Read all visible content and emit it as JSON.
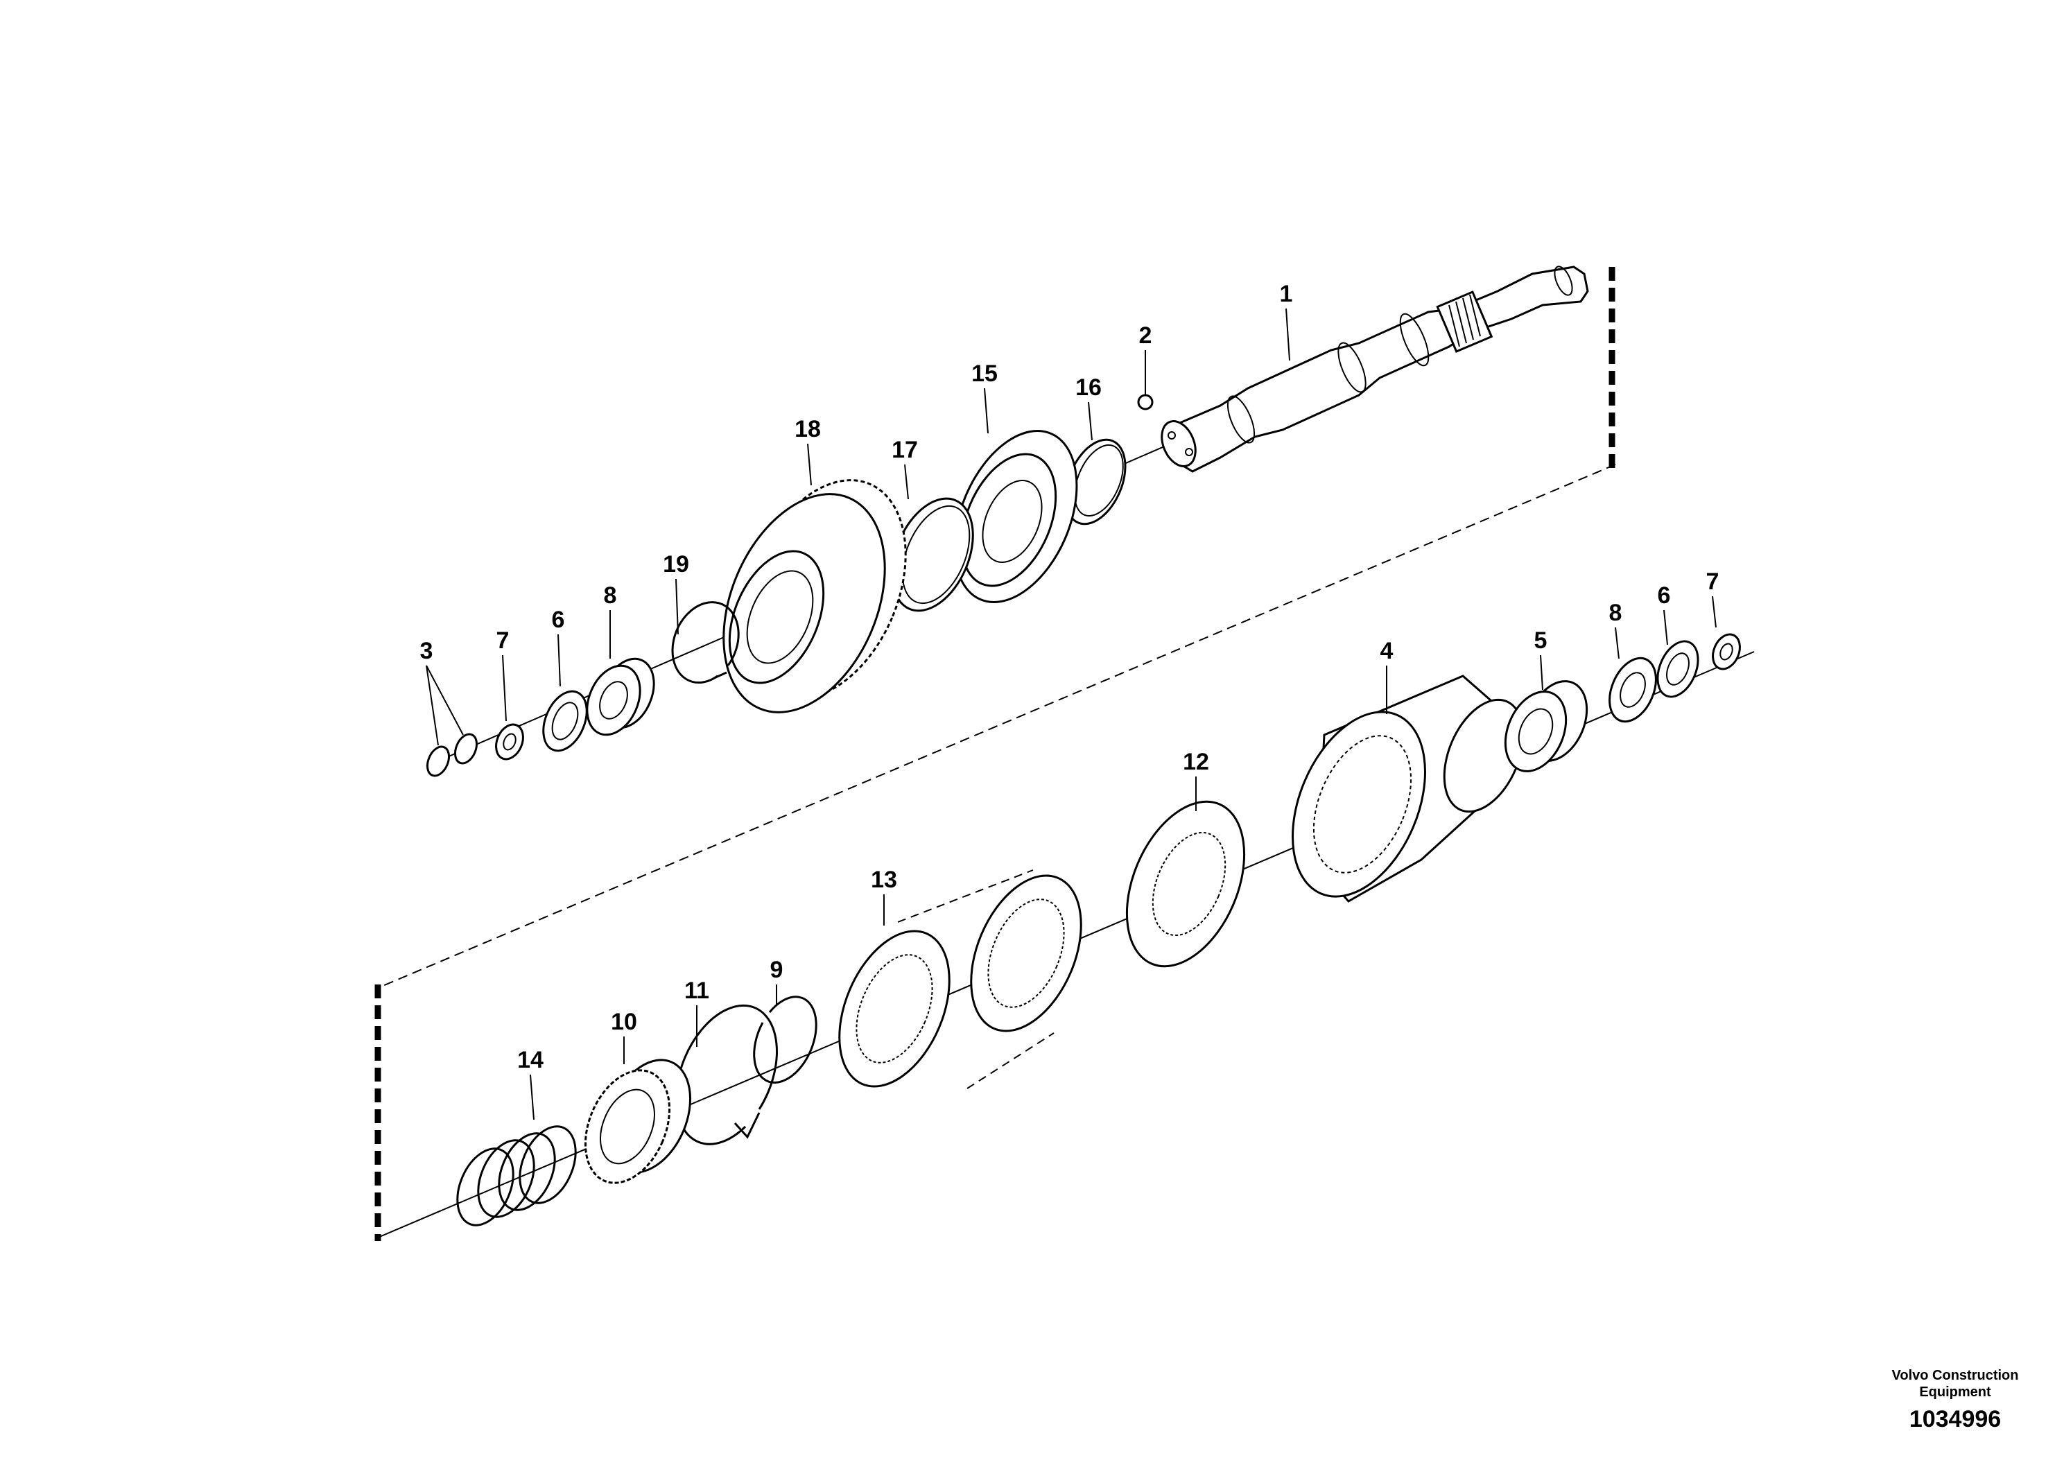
{
  "callouts": [
    {
      "id": "1",
      "label": "1"
    },
    {
      "id": "2",
      "label": "2"
    },
    {
      "id": "3",
      "label": "3"
    },
    {
      "id": "4",
      "label": "4"
    },
    {
      "id": "5",
      "label": "5"
    },
    {
      "id": "6a",
      "label": "6"
    },
    {
      "id": "6b",
      "label": "6"
    },
    {
      "id": "7a",
      "label": "7"
    },
    {
      "id": "7b",
      "label": "7"
    },
    {
      "id": "8a",
      "label": "8"
    },
    {
      "id": "8b",
      "label": "8"
    },
    {
      "id": "9",
      "label": "9"
    },
    {
      "id": "10",
      "label": "10"
    },
    {
      "id": "11",
      "label": "11"
    },
    {
      "id": "12",
      "label": "12"
    },
    {
      "id": "13",
      "label": "13"
    },
    {
      "id": "14",
      "label": "14"
    },
    {
      "id": "15",
      "label": "15"
    },
    {
      "id": "16",
      "label": "16"
    },
    {
      "id": "17",
      "label": "17"
    },
    {
      "id": "18",
      "label": "18"
    },
    {
      "id": "19",
      "label": "19"
    }
  ],
  "footer": {
    "company_line1": "Volvo Construction",
    "company_line2": "Equipment",
    "drawing_number": "1034996"
  }
}
